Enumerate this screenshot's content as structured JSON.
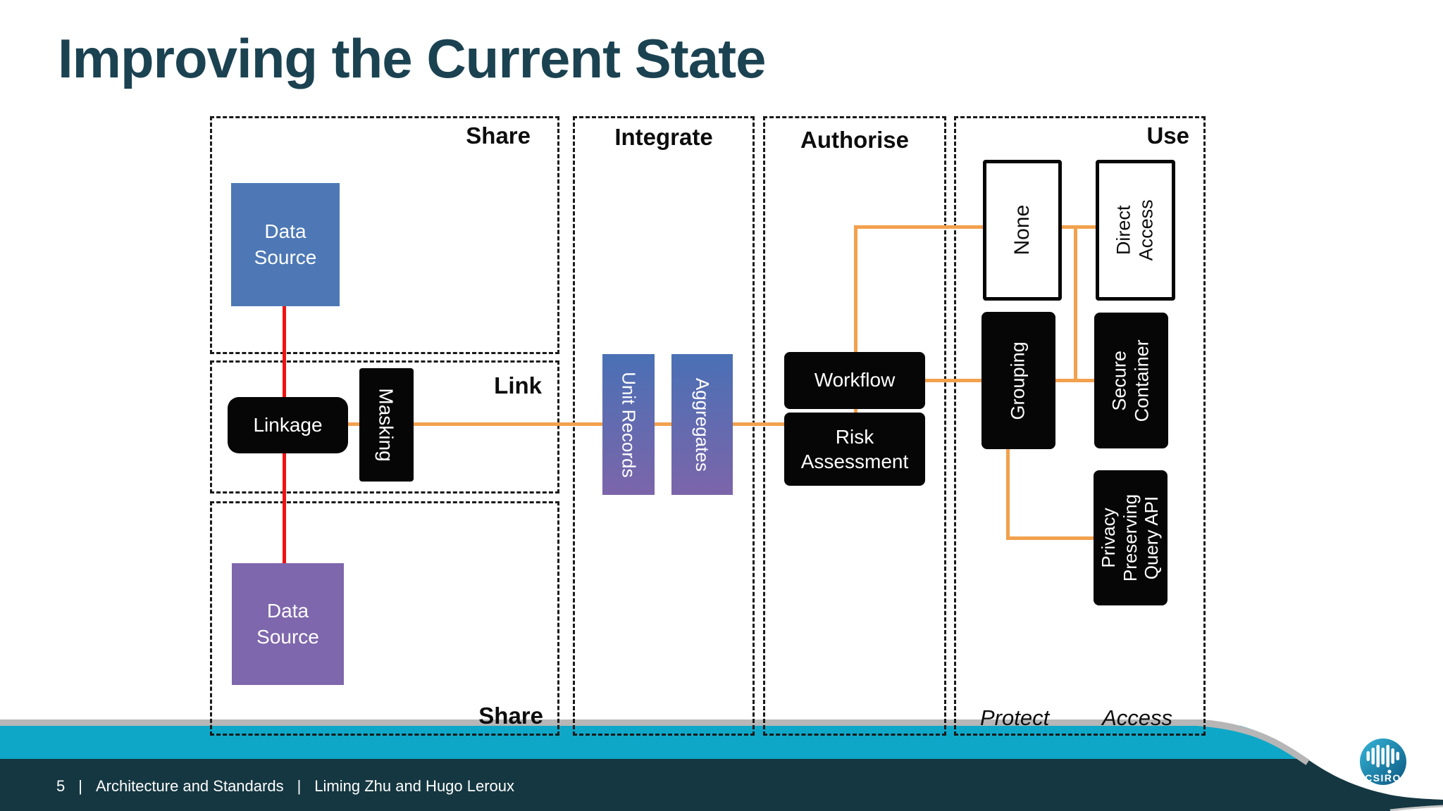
{
  "slide": {
    "title": "Improving the Current State",
    "footer": {
      "page_number": "5",
      "separator": "|",
      "section": "Architecture and Standards",
      "authors": "Liming Zhu and Hugo Leroux"
    },
    "logo": {
      "text": "CSIRO"
    }
  },
  "colors": {
    "title_text": "#1B4251",
    "cyan_band": "#0EA7C8",
    "dark_band": "#153741",
    "gray_strip": "#B7B7B7",
    "orange_connector": "#F2A14E",
    "red_connector": "#F11212",
    "blue_node": "#4D78B5",
    "purple_node": "#7E67AC",
    "gradient_node_top": "#4A70B5",
    "gradient_node_bottom": "#7C65AA",
    "black_node": "#060606",
    "logo_gradient_top": "#35B6D8",
    "logo_gradient_bottom": "#0C5680"
  },
  "diagram": {
    "groups": {
      "share_top": {
        "label": "Share"
      },
      "link": {
        "label": "Link"
      },
      "share_bottom": {
        "label": "Share"
      },
      "integrate": {
        "label": "Integrate"
      },
      "authorise": {
        "label": "Authorise"
      },
      "use": {
        "label": "Use",
        "protect_label": "Protect",
        "access_label": "Access"
      }
    },
    "nodes": {
      "data_source_top": {
        "label": "Data\nSource"
      },
      "data_source_bottom": {
        "label": "Data\nSource"
      },
      "linkage": {
        "label": "Linkage"
      },
      "masking": {
        "label": "Masking"
      },
      "unit_records": {
        "label": "Unit Records"
      },
      "aggregates": {
        "label": "Aggregates"
      },
      "workflow": {
        "label": "Workflow"
      },
      "risk_assessment": {
        "label": "Risk\nAssessment"
      },
      "none": {
        "label": "None"
      },
      "direct_access": {
        "label": "Direct\nAccess"
      },
      "grouping": {
        "label": "Grouping"
      },
      "secure_container": {
        "label": "Secure\nContainer"
      },
      "privacy_preserving_query_api": {
        "label": "Privacy\nPreserving\nQuery API"
      }
    }
  }
}
